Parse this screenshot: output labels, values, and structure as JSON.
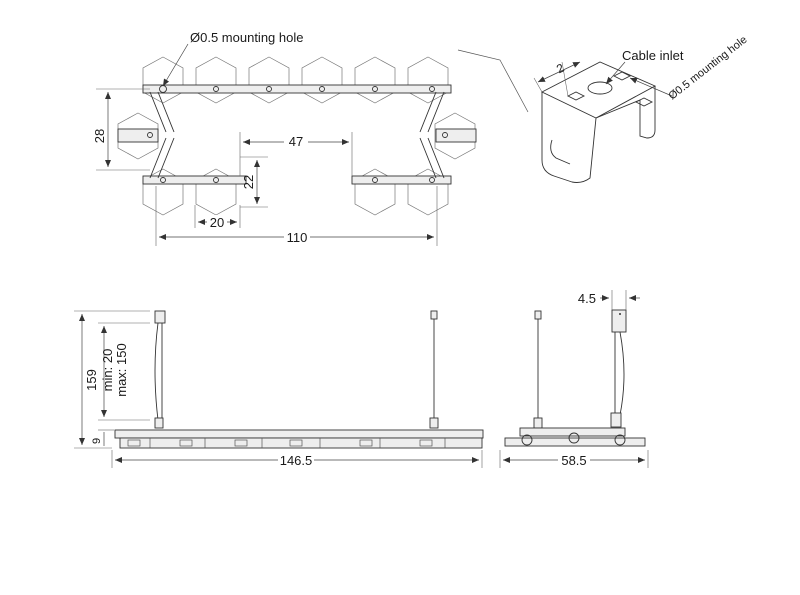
{
  "labels": {
    "mounting_hole_top": "Ø0.5 mounting hole",
    "cable_inlet": "Cable inlet",
    "mounting_hole_bracket": "Ø0.5 mounting hole",
    "height_min": "min: 20",
    "height_max": "max: 150"
  },
  "dimensions": {
    "d_28": "28",
    "d_47": "47",
    "d_22": "22",
    "d_20": "20",
    "d_110": "110",
    "d_bracket_2": "2",
    "d_159": "159",
    "d_9": "9",
    "d_146_5": "146.5",
    "d_4_5": "4.5",
    "d_58_5": "58.5"
  },
  "colors": {
    "line": "#333333",
    "hex_panel": "#777777"
  }
}
